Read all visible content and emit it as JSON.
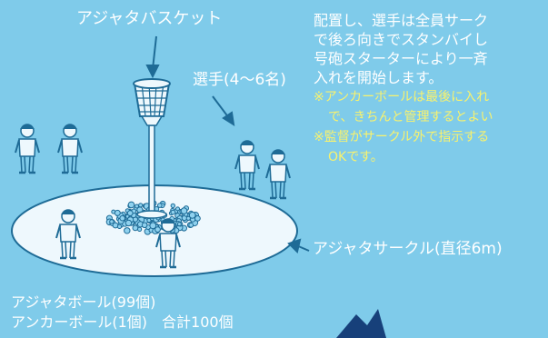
{
  "labels": {
    "basket": "アジャタバスケット",
    "players": "選手(4〜6名)",
    "circle": "アジャタサークル(直径6m)",
    "balls_line1": "アジャタボール(99個)",
    "balls_line2": "アンカーボール(1個)　合計100個"
  },
  "description": {
    "line1": "配置し、選手は全員サーク",
    "line2": "で後ろ向きでスタンバイし",
    "line3": "号砲スターターにより一斉",
    "line4": "入れを開始します。",
    "note1_line1": "※アンカーボールは最後に入れ",
    "note1_line2": "で、きちんと管理するとよい",
    "note2_line1": "※監督がサークル外で指示する",
    "note2_line2": "OKです。"
  },
  "colors": {
    "background": "#7fcbea",
    "field": "#eef8fd",
    "line": "#1e6b96",
    "accent": "#f8f26e",
    "text": "#ffffff"
  }
}
